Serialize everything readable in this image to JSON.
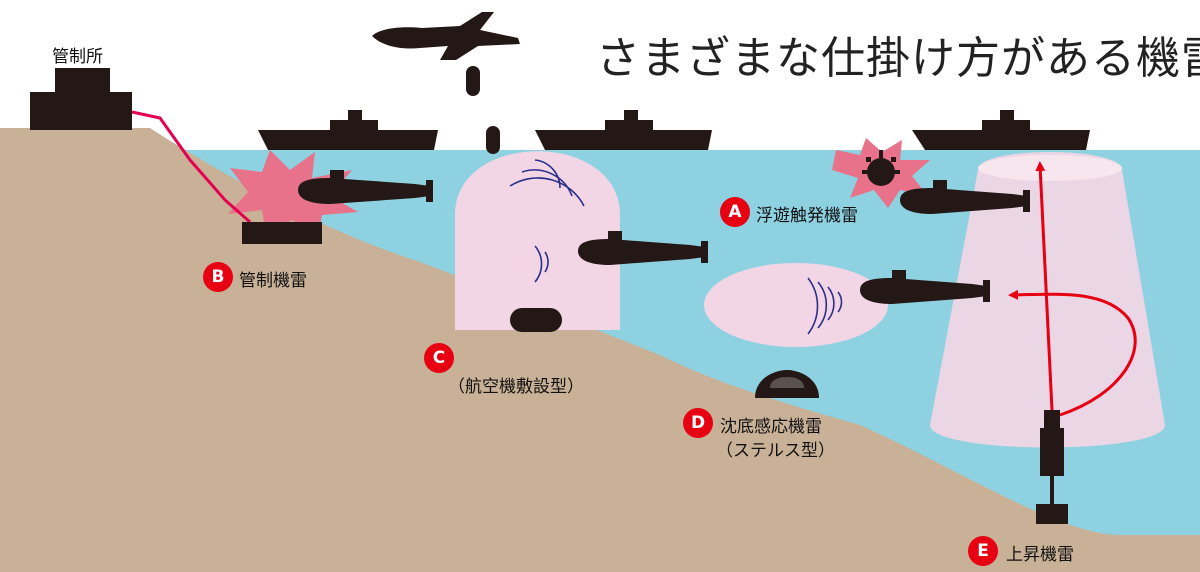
{
  "title": "さまざまな仕掛け方がある機雷",
  "control_station": {
    "label": "管制所"
  },
  "mines": [
    {
      "letter": "A",
      "name": "浮遊触発機雷",
      "sub": ""
    },
    {
      "letter": "B",
      "name": "管制機雷",
      "sub": ""
    },
    {
      "letter": "C",
      "name": "",
      "sub": "（航空機敷設型）"
    },
    {
      "letter": "D",
      "name": "沈底感応機雷",
      "sub": "（ステルス型）"
    },
    {
      "letter": "E",
      "name": "上昇機雷",
      "sub": ""
    }
  ],
  "colors": {
    "sea": "#8ed1e0",
    "seabed": "#c8b196",
    "silhouette": "#231815",
    "sensor_zone": "#f3d6e6",
    "sonar_lines": "#2a2f8a",
    "explosion": "#e8728a",
    "cable": "#e5004f",
    "badge": "#e60012",
    "arrow": "#e60012"
  }
}
